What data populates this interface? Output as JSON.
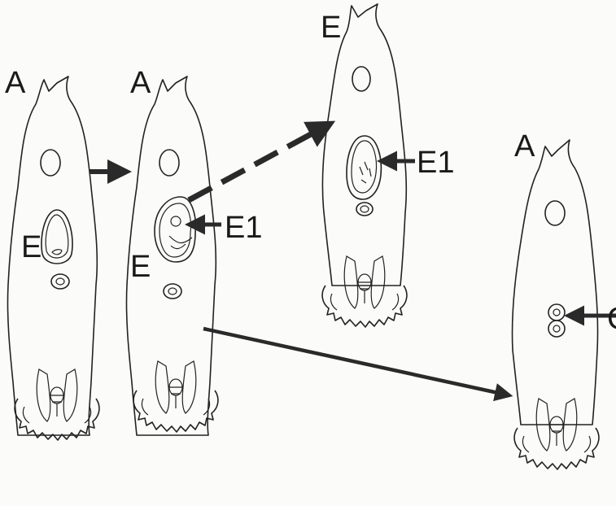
{
  "labels": {
    "a1": "A",
    "a2": "A",
    "e_egg1": "E",
    "e_egg2": "E",
    "e_top": "E",
    "e1_mid": "E1",
    "e1_top": "E1",
    "a_right": "A",
    "c_partial": "C"
  },
  "colors": {
    "ink": "#222222",
    "background": "#fbfbfa"
  }
}
